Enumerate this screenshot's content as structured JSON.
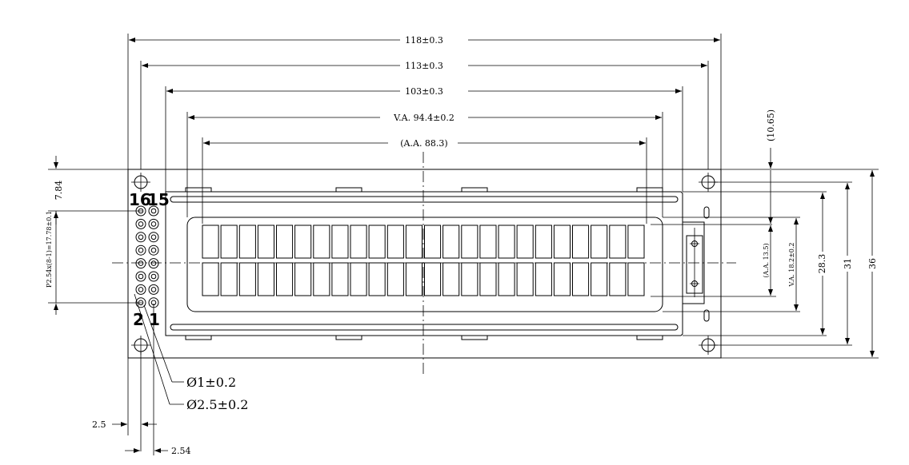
{
  "dimensions": {
    "overall_width": "118±0.3",
    "hole_pitch_width": "113±0.3",
    "bezel_width": "103±0.3",
    "viewing_area_width": "V.A. 94.4±0.2",
    "active_area_width": "(A.A. 88.3)",
    "top_offset": "(10.65)",
    "active_area_height": "(A.A. 13.5)",
    "viewing_area_height": "V.A. 18.2±0.2",
    "bezel_height": "28.3",
    "hole_pitch_height": "31",
    "overall_height": "36",
    "pin_row_span": "P2.54x(8-1)=17.78±0.1",
    "pin_top_offset": "7.84",
    "edge_to_pin": "2.5",
    "pin_pitch": "2.54"
  },
  "pins": {
    "top_left": "16",
    "top_right": "15",
    "bottom_left": "2",
    "bottom_right": "1"
  },
  "callouts": {
    "pin_hole": "Ø1±0.2",
    "mount_hole": "Ø2.5±0.2"
  },
  "display": {
    "rows": 2,
    "columns": 24
  }
}
